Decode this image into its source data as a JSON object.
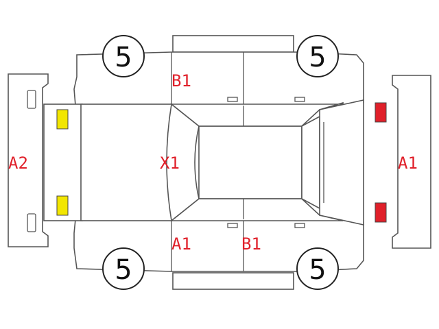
{
  "colors": {
    "code_text": "#e0202a",
    "yellow_marker": "#f2e600",
    "red_marker": "#e0202a"
  },
  "tires": {
    "front_left": "5",
    "front_right": "5",
    "rear_left": "5",
    "rear_right": "5"
  },
  "codes": {
    "top_b1": "B1",
    "center_x1": "X1",
    "bottom_a1": "A1",
    "bottom_b1": "B1",
    "left_a2": "A2",
    "right_a1": "A1"
  },
  "markers": {
    "left_bumper": [
      "yellow",
      "yellow"
    ],
    "right_bumper": [
      "red",
      "red"
    ]
  }
}
